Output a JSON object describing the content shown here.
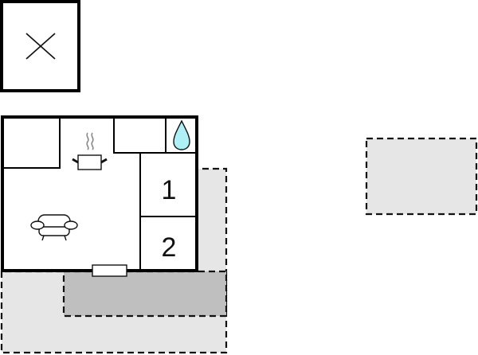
{
  "diagram": {
    "type": "floor-plan",
    "colors": {
      "wall": "#000000",
      "terrace_light": "#e6e6e6",
      "terrace_dark": "#bfbfbf",
      "water": "#aef0f5",
      "background": "#ffffff"
    },
    "rooms": [
      {
        "id": "bedroom-1",
        "label": "1"
      },
      {
        "id": "bedroom-2",
        "label": "2"
      }
    ],
    "icons": [
      "no-access-x-icon",
      "water-drop-icon",
      "cooking-pot-icon",
      "sofa-icon"
    ],
    "areas": [
      "terrace",
      "covered-terrace",
      "outdoor-area"
    ]
  }
}
